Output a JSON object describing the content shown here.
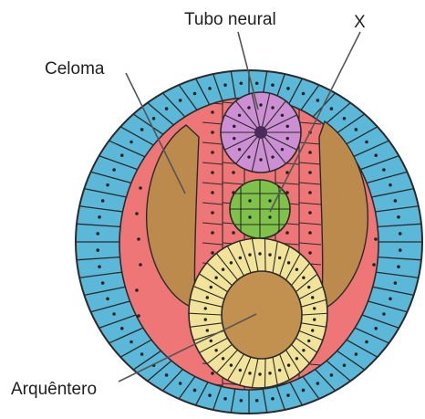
{
  "labels": {
    "tubo_neural": "Tubo neural",
    "x": "X",
    "celoma": "Celoma",
    "arquentero": "Arquêntero"
  },
  "colors": {
    "ectoderm": "#5cb8d8",
    "mesoderm": "#ee7676",
    "coelom": "#bd8a4e",
    "neural_tube": "#cc8fd4",
    "neural_center": "#4a2a5a",
    "notochord": "#7ec24a",
    "endoderm": "#f1e39a",
    "archenteron": "#c3914f",
    "outline": "#2a2a2a",
    "text": "#1e1e1e"
  }
}
